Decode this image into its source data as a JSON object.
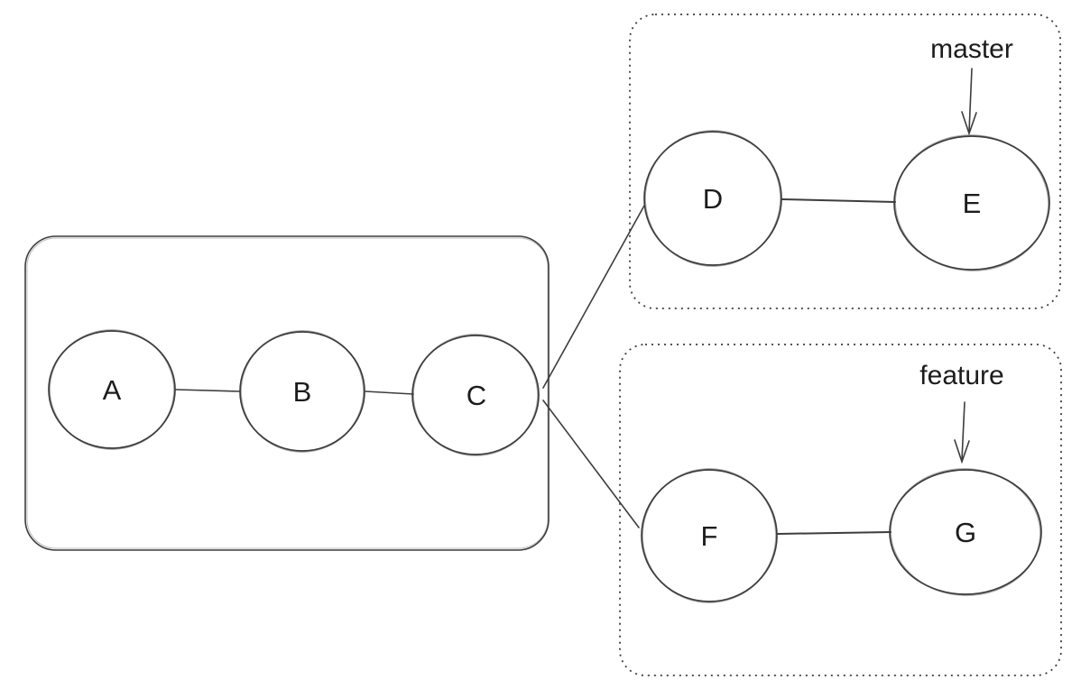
{
  "colors": {
    "stroke": "#3d3d3d",
    "text": "#1c1c1c",
    "background": "#ffffff"
  },
  "groups": {
    "trunk": {
      "border": "solid",
      "nodes": [
        {
          "label": "A"
        },
        {
          "label": "B"
        },
        {
          "label": "C"
        }
      ]
    },
    "master": {
      "border": "dotted",
      "pointer_label": "master",
      "pointer_target": "E",
      "nodes": [
        {
          "label": "D"
        },
        {
          "label": "E"
        }
      ]
    },
    "feature": {
      "border": "dotted",
      "pointer_label": "feature",
      "pointer_target": "G",
      "nodes": [
        {
          "label": "F"
        },
        {
          "label": "G"
        }
      ]
    }
  },
  "edges": [
    "A-B",
    "B-C",
    "D-E",
    "F-G",
    "C-D",
    "C-F"
  ]
}
